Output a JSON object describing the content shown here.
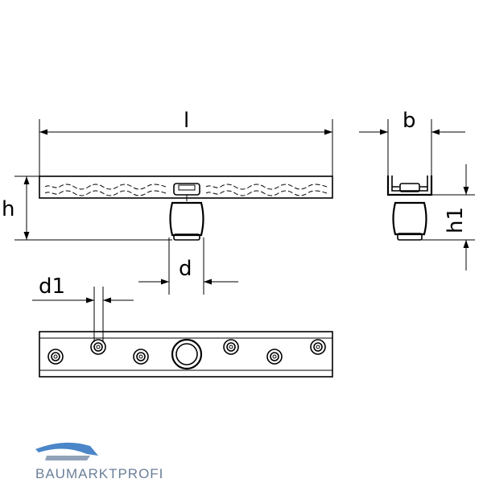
{
  "dimensions": {
    "length": "l",
    "height": "h",
    "width": "b",
    "roller_height": "h1",
    "roller_diameter": "d",
    "hole_diameter": "d1"
  },
  "logo": {
    "text": "BAUMARKTPROFI",
    "color": "#6b7f98",
    "accent": "#4a86c8"
  },
  "plate": {
    "hole_count": 6,
    "center_hole_count": 1
  }
}
